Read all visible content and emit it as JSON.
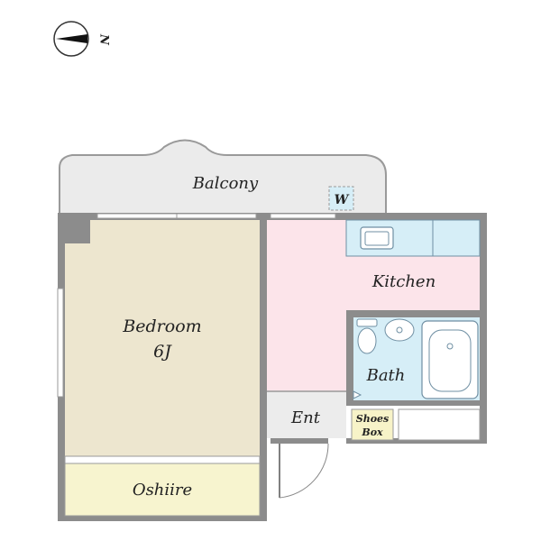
{
  "compass": {
    "label": "N",
    "icon": "compass-north-icon"
  },
  "rooms": {
    "balcony": {
      "label": "Balcony",
      "color": "#ebebeb"
    },
    "washer": {
      "label": "W",
      "color": "#d6eef7"
    },
    "bedroom": {
      "label": "Bedroom",
      "size": "6J",
      "color": "#ede6cf"
    },
    "kitchen": {
      "label": "Kitchen",
      "color": "#fce4ea"
    },
    "bath": {
      "label": "Bath",
      "color": "#d6eef7"
    },
    "entrance": {
      "label": "Ent",
      "color": "#ececec"
    },
    "shoes_box": {
      "label_line1": "Shoes",
      "label_line2": "Box",
      "color": "#f7f3c8"
    },
    "oshiire": {
      "label": "Oshiire",
      "color": "#f7f4cf"
    }
  },
  "colors": {
    "wall": "#8c8c8c",
    "fixture_stroke": "#6f8fa3"
  }
}
